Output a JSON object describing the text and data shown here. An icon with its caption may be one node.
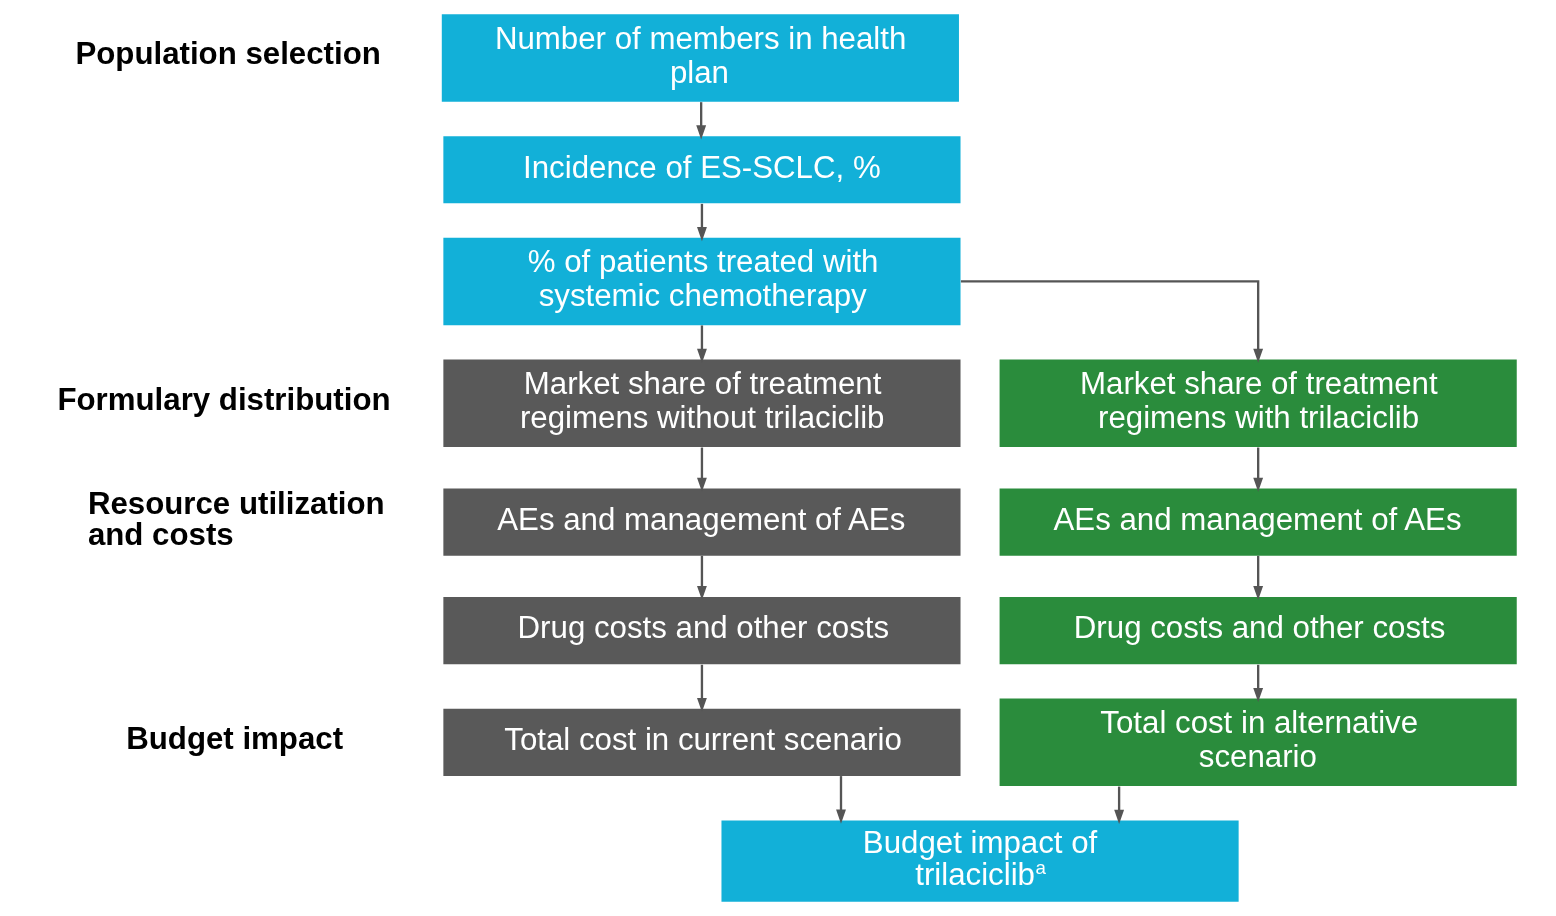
{
  "diagram": {
    "nodes": [
      {
        "text": [
          "Number of members in health plan"
        ]
      },
      {
        "text": [
          "Incidence of ES-SCLC, %"
        ]
      },
      {
        "text": [
          "% of patients treated with systemic chemotherapy"
        ]
      },
      {
        "text": [
          "Market share of treatment regimens without trilaciclib"
        ]
      },
      {
        "text": [
          "Market share of treatment regimens with trilaciclib"
        ]
      },
      {
        "text": [
          "AEs and management of AEs"
        ]
      },
      {
        "text": [
          "AEs and management of AEs"
        ]
      },
      {
        "text": [
          "Drug costs and other costs"
        ]
      },
      {
        "text": [
          "Drug costs and other costs"
        ]
      },
      {
        "text": [
          "Total cost in current scenario"
        ]
      },
      {
        "text": [
          "Total cost in alternative scenario"
        ]
      },
      {
        "text": [
          "Budget impact of trilaciclib$^{a}$"
        ]
      }
    ],
    "edges": [
      {
        "from": 0,
        "to": 1,
        "arrow": "to"
      },
      {
        "from": 1,
        "to": 2,
        "arrow": "to"
      },
      {
        "from": 2,
        "to": 3,
        "arrow": "to"
      },
      {
        "from": 2,
        "to": 4,
        "arrow": "to"
      },
      {
        "from": 3,
        "to": 5,
        "arrow": "to"
      },
      {
        "from": 4,
        "to": 6,
        "arrow": "to"
      },
      {
        "from": 5,
        "to": 7,
        "arrow": "to"
      },
      {
        "from": 6,
        "to": 8,
        "arrow": "to"
      },
      {
        "from": 7,
        "to": 9,
        "arrow": "to"
      },
      {
        "from": 8,
        "to": 10,
        "arrow": "to"
      },
      {
        "from": 9,
        "to": 11,
        "arrow": "to"
      },
      {
        "from": 10,
        "to": 11,
        "arrow": "to"
      }
    ],
    "labels": [
      "Population selection",
      "Formulary distribution",
      "Resource utilization and costs",
      "Budget impact"
    ]
  }
}
